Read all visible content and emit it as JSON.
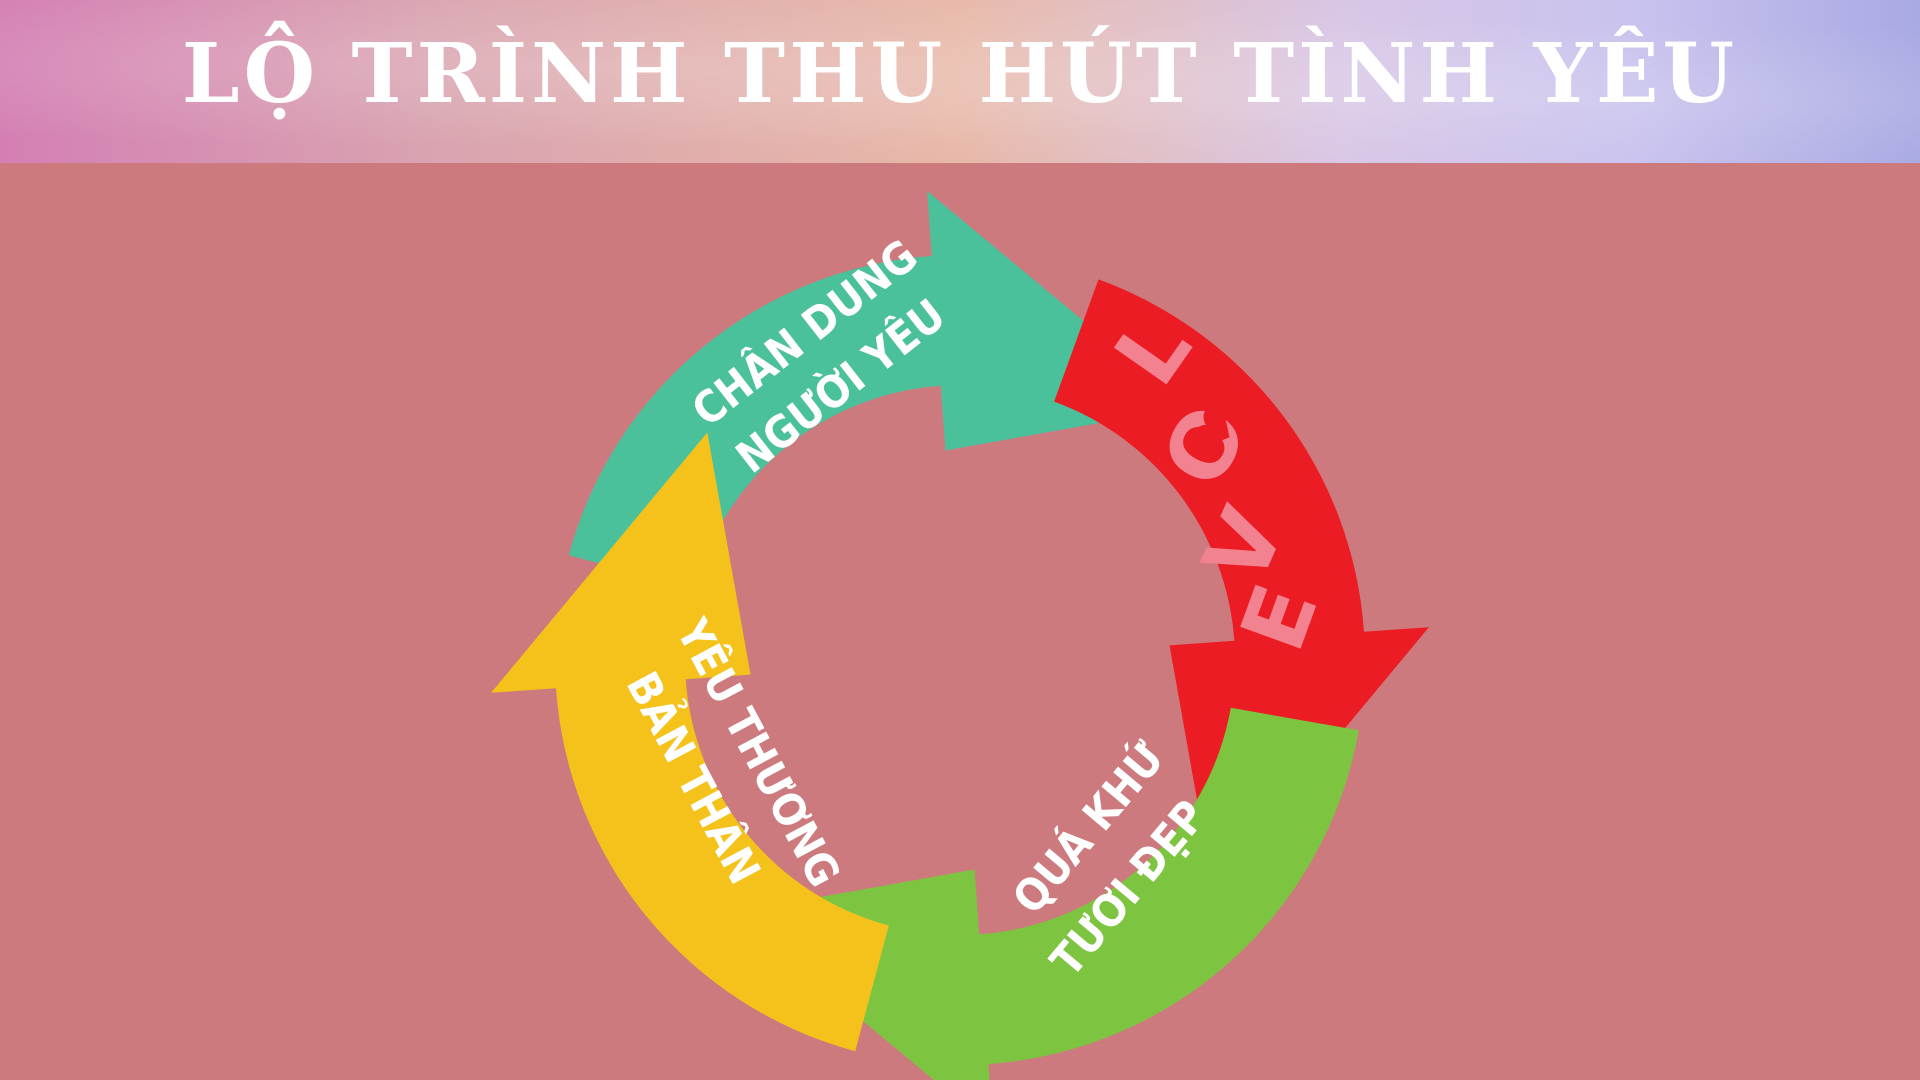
{
  "title": "LỘ TRÌNH THU HÚT TÌNH YÊU",
  "colors": {
    "background": "#cc7a7e",
    "teal": "#4bc19b",
    "red": "#ec1c24",
    "green": "#7dc540",
    "yellow": "#f5c21b",
    "love_pink": "#f2828f"
  },
  "cycle": {
    "segments": [
      {
        "line1": "CHÂN DUNG",
        "line2": "NGƯỜI YÊU"
      },
      {
        "love_letters": [
          "L",
          "O",
          "V",
          "E"
        ]
      },
      {
        "line1": "QUÁ KHỨ",
        "line2": "TƯƠI ĐẸP"
      },
      {
        "line1": "YÊU THƯƠNG",
        "line2": "BẢN THÂN"
      }
    ]
  }
}
